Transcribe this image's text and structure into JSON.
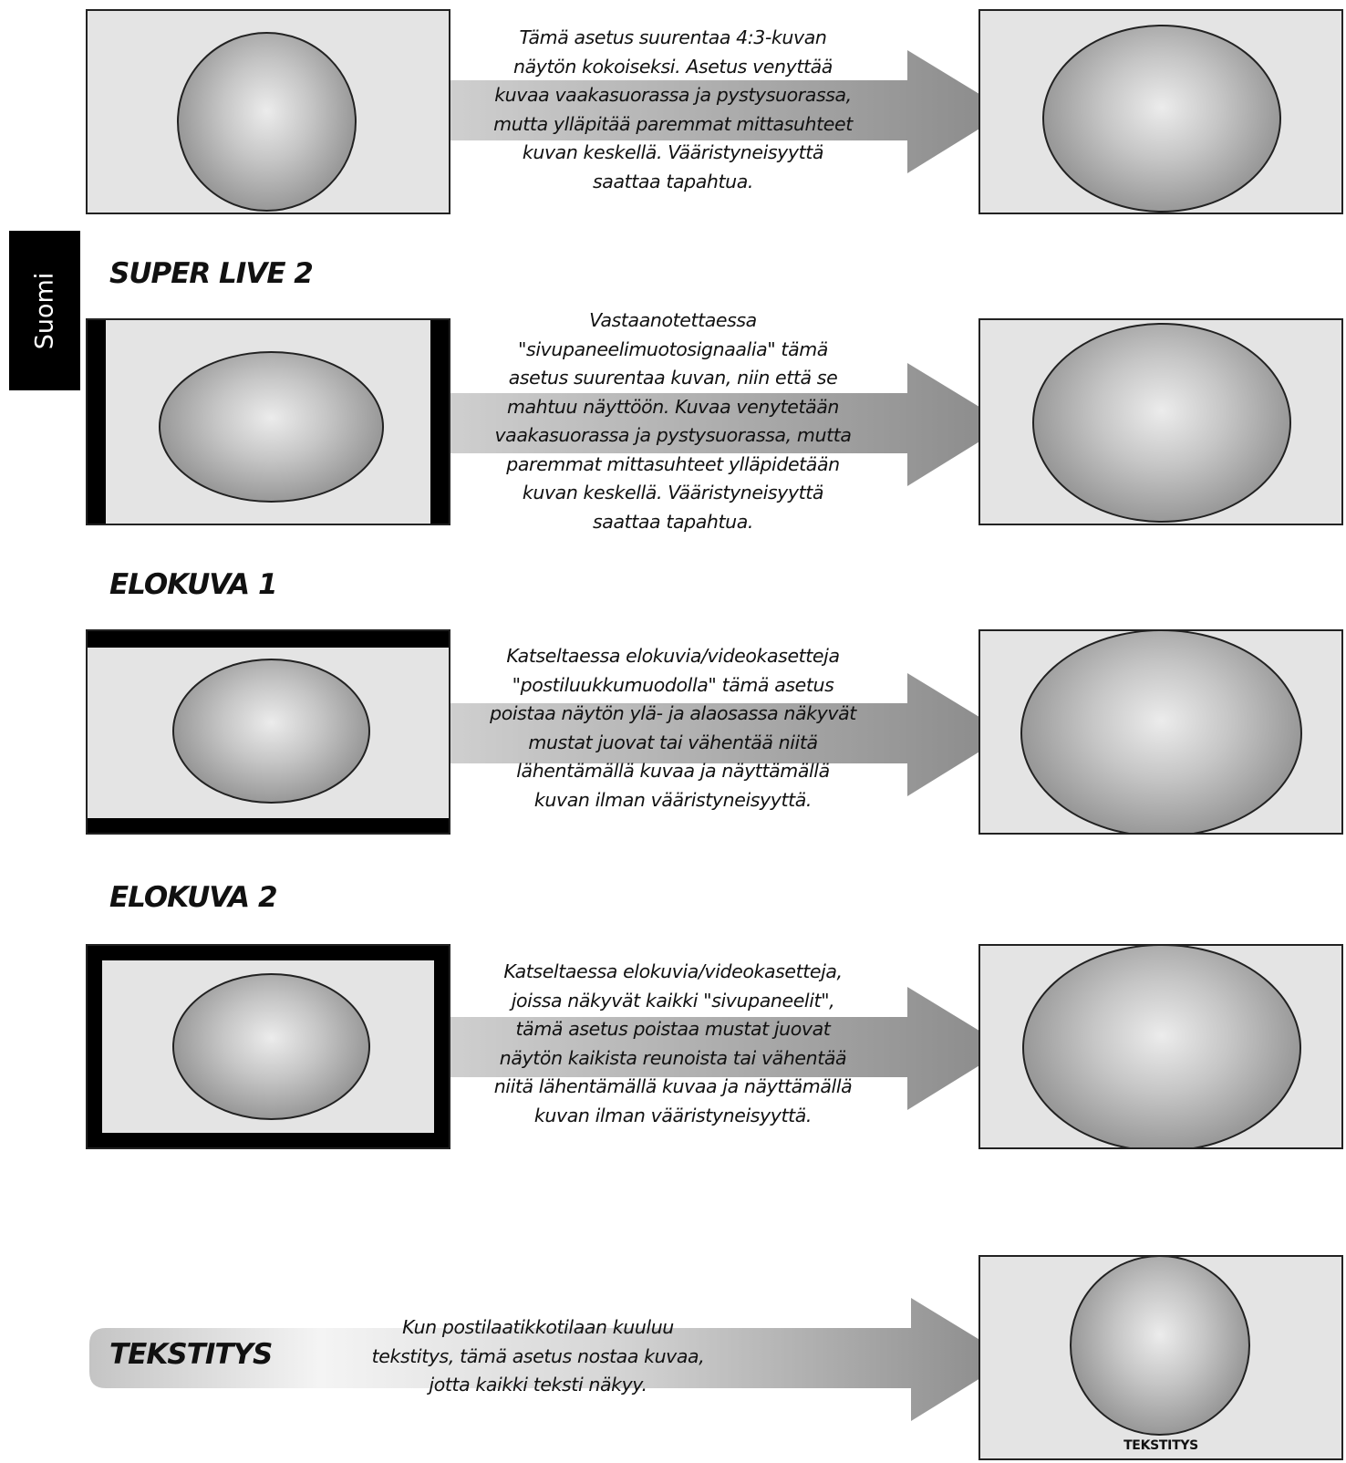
{
  "side_tab": {
    "label": "Suomi"
  },
  "headings": {
    "super_live_2": "SUPER LIVE 2",
    "elokuva_1": "ELOKUVA 1",
    "elokuva_2": "ELOKUVA 2",
    "tekstitys": "TEKSTITYS"
  },
  "rows": [
    {
      "lines": [
        "Tämä asetus suurentaa 4:3-kuvan",
        "näytön kokoiseksi. Asetus venyttää",
        "kuvaa vaakasuorassa ja pystysuorassa,",
        "mutta ylläpitää paremmat mittasuhteet",
        "kuvan keskellä. Vääristyneisyyttä",
        "saattaa tapahtua."
      ]
    },
    {
      "lines": [
        "Vastaanotettaessa",
        "\"sivupaneelimuotosignaalia\" tämä",
        "asetus suurentaa kuvan, niin että se",
        "mahtuu näyttöön. Kuvaa venytetään",
        "vaakasuorassa ja pystysuorassa, mutta",
        "paremmat mittasuhteet ylläpidetään",
        "kuvan keskellä. Vääristyneisyyttä",
        "saattaa tapahtua."
      ]
    },
    {
      "lines": [
        "Katseltaessa elokuvia/videokasetteja",
        "\"postiluukkumuodolla\" tämä asetus",
        "poistaa näytön ylä- ja alaosassa näkyvät",
        "mustat juovat tai vähentää niitä",
        "lähentämällä kuvaa ja näyttämällä",
        "kuvan ilman vääristyneisyyttä."
      ]
    },
    {
      "lines": [
        "Katseltaessa elokuvia/videokasetteja,",
        "joissa näkyvät kaikki \"sivupaneelit\",",
        "tämä asetus poistaa mustat juovat",
        "näytön kaikista reunoista tai vähentää",
        "niitä lähentämällä kuvaa ja näyttämällä",
        "kuvan ilman vääristyneisyyttä."
      ]
    },
    {
      "lines": [
        "Kun postilaatikkotilaan kuuluu",
        "tekstitys, tämä asetus nostaa kuvaa,",
        "jotta kaikki teksti näkyy."
      ]
    }
  ],
  "subtitle_screen_label": "TEKSTITYS"
}
